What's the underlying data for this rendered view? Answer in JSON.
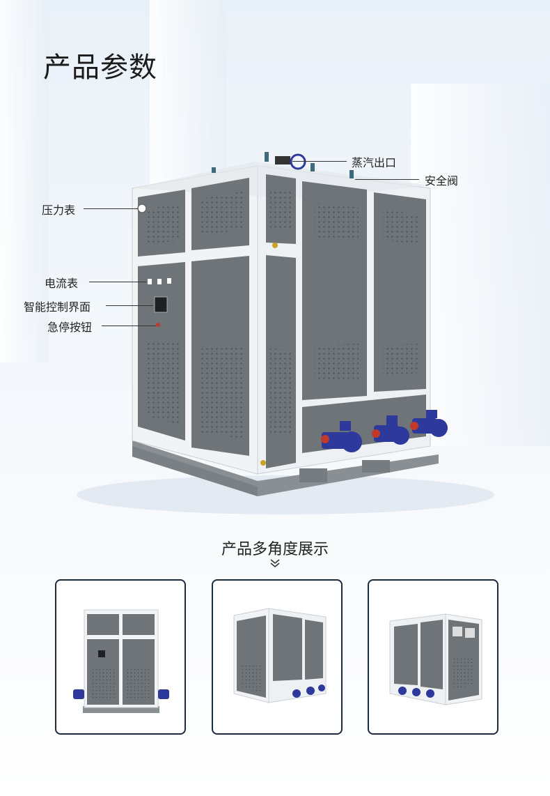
{
  "page_title": "产品参数",
  "callouts": {
    "steam_outlet": "蒸汽出口",
    "safety_valve": "安全阀",
    "pressure_gauge": "压力表",
    "ammeter": "电流表",
    "control_panel": "智能控制界面",
    "emergency_stop": "急停按钮"
  },
  "gallery": {
    "title": "产品多角度展示",
    "views": [
      "front-view",
      "left-angle-view",
      "right-angle-view"
    ]
  },
  "colors": {
    "panel": "#6f7478",
    "frame": "#f3f5f7",
    "valve": "#2d3a9c",
    "card_border": "#1b2a3f"
  }
}
